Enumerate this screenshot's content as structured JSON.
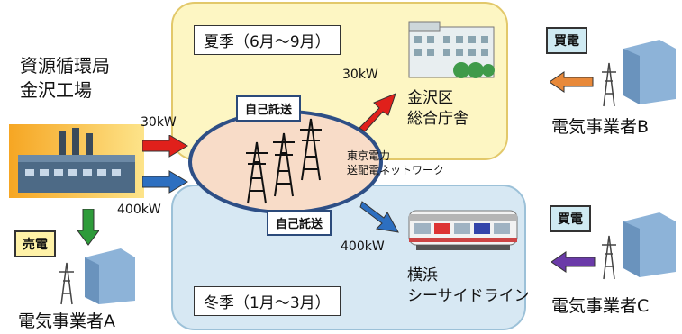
{
  "seasons": {
    "summer": "夏季（6月～9月）",
    "winter": "冬季（1月～3月）"
  },
  "plant": {
    "line1": "資源循環局",
    "line2": "金沢工場"
  },
  "flows": {
    "to_network_summer": "30kW",
    "to_network_winter": "400kW",
    "to_office": "30kW",
    "to_train": "400kW"
  },
  "self_wheeling_label": "自己託送",
  "network": {
    "line1": "東京電力",
    "line2": "送配電ネットワーク"
  },
  "office": {
    "line1": "金沢区",
    "line2": "総合庁舎"
  },
  "train": {
    "line1": "横浜",
    "line2": "シーサイドライン"
  },
  "sell_label": "売電",
  "buy_label": "買電",
  "companies": {
    "a": "電気事業者A",
    "b": "電気事業者B",
    "c": "電気事業者C"
  },
  "colors": {
    "summer_panel": "#fdf6c3",
    "winter_panel": "#d7e8f3",
    "network_fill": "#f8dcc8",
    "network_border": "#2e4f86",
    "arrow_red": "#e0201b",
    "arrow_blue": "#2d6fc0",
    "arrow_green": "#2e9b3a",
    "arrow_orange": "#e8893a",
    "arrow_purple": "#6a3aa8"
  }
}
